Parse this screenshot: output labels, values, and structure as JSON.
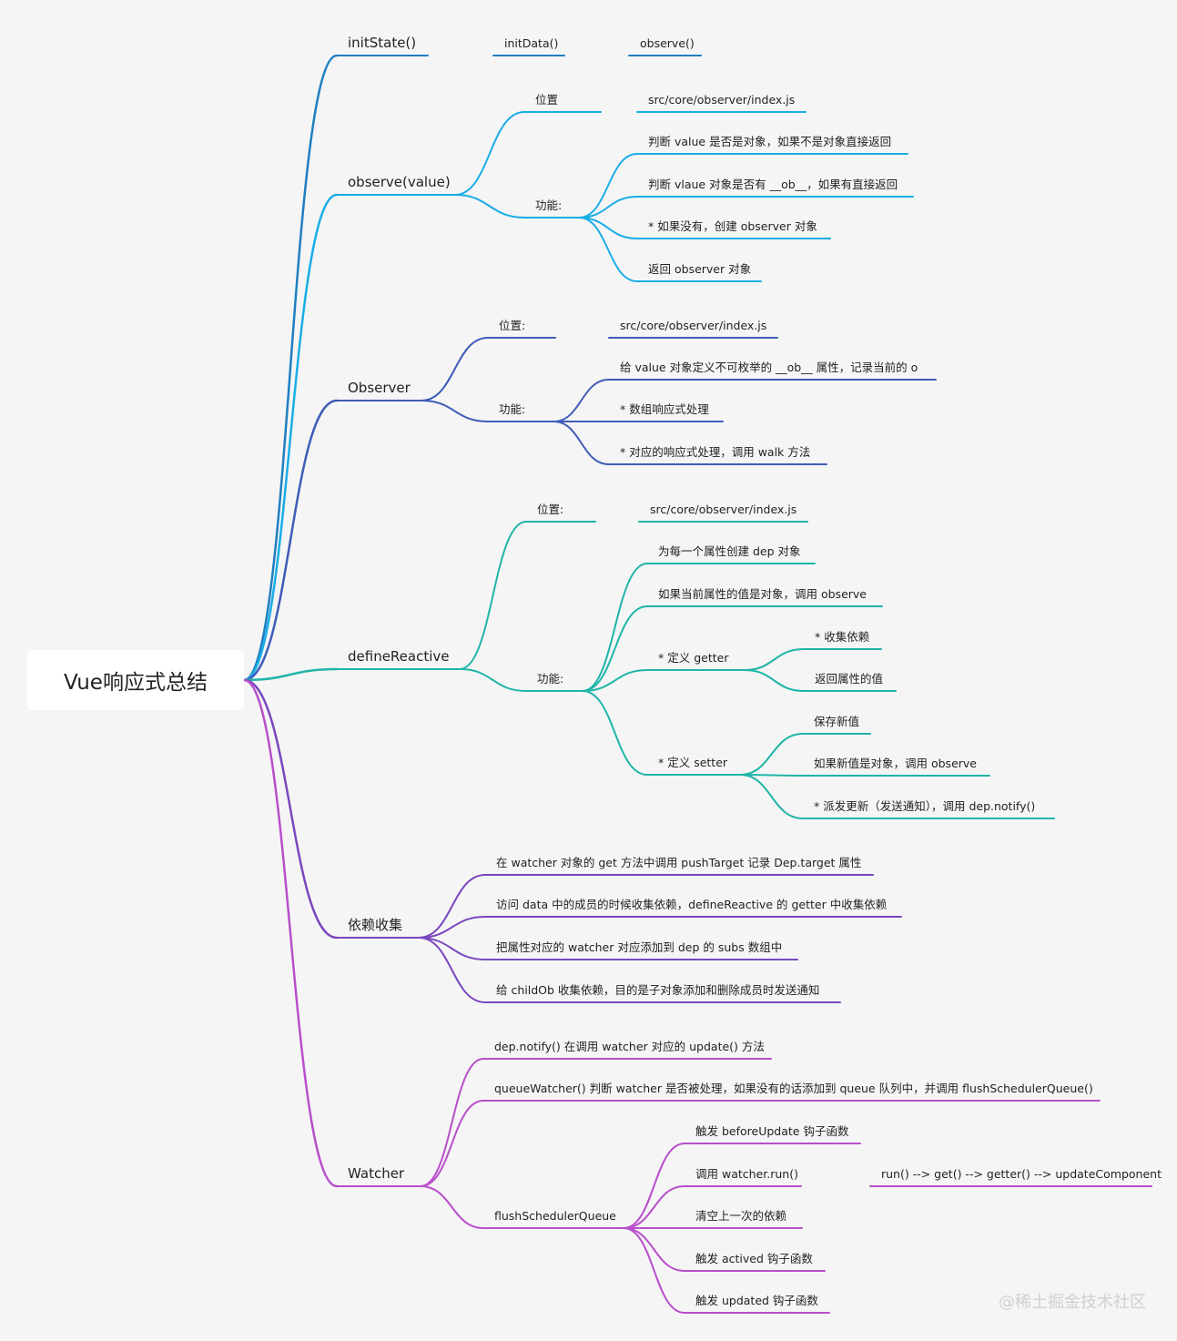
{
  "root": "Vue响应式总结",
  "watermark": "@稀土掘金技术社区",
  "colors": {
    "initState": "#1f7fc0",
    "observe": "#19ade6",
    "Observer": "#3f5cb8",
    "defineReactive": "#1fb5a8",
    "dep": "#7a48bf",
    "watcher": "#b84fca"
  },
  "nodes": {
    "initState": "initState()",
    "initData": "initData()",
    "observeCall": "observe()",
    "observe": "observe(value)",
    "observe_pos": "位置",
    "observe_pos_v": "src/core/observer/index.js",
    "observe_fn": "功能:",
    "observe_f1": "判断 value 是否是对象，如果不是对象直接返回",
    "observe_f2": "判断 vlaue 对象是否有 __ob__，如果有直接返回",
    "observe_f3": "* 如果没有，创建 observer 对象",
    "observe_f4": "返回 observer 对象",
    "Observer": "Observer",
    "Observer_pos": "位置:",
    "Observer_pos_v": "src/core/observer/index.js",
    "Observer_fn": "功能:",
    "Observer_f1": "给 value 对象定义不可枚举的 __ob__ 属性，记录当前的 o",
    "Observer_f2": "* 数组响应式处理",
    "Observer_f3": "* 对应的响应式处理，调用 walk 方法",
    "defineReactive": "defineReactive",
    "dr_pos": "位置:",
    "dr_pos_v": "src/core/observer/index.js",
    "dr_fn": "功能:",
    "dr_f1": "为每一个属性创建 dep 对象",
    "dr_f2": "如果当前属性的值是对象，调用 observe",
    "dr_getter": "* 定义 getter",
    "dr_getter1": "* 收集依赖",
    "dr_getter2": "返回属性的值",
    "dr_setter": "* 定义 setter",
    "dr_setter1": "保存新值",
    "dr_setter2": "如果新值是对象，调用 observe",
    "dr_setter3": "* 派发更新（发送通知），调用 dep.notify()",
    "dep": "依赖收集",
    "dep1": "在 watcher 对象的 get 方法中调用 pushTarget 记录 Dep.target 属性",
    "dep2": "访问 data 中的成员的时候收集依赖，defineReactive 的 getter 中收集依赖",
    "dep3": "把属性对应的 watcher 对应添加到 dep 的 subs 数组中",
    "dep4": "给 childOb 收集依赖，目的是子对象添加和删除成员时发送通知",
    "watcher": "Watcher",
    "w1": "dep.notify() 在调用 watcher 对应的 update() 方法",
    "w2": "queueWatcher() 判断 watcher 是否被处理，如果没有的话添加到 queue 队列中，并调用 flushSchedulerQueue()",
    "w3": "flushSchedulerQueue",
    "w3_1": "触发 beforeUpdate 钩子函数",
    "w3_2": "调用 watcher.run()",
    "w3_2a": "run() --> get() --> getter() --> updateComponent",
    "w3_3": "清空上一次的依赖",
    "w3_4": "触发 actived 钩子函数",
    "w3_5": "触发 updated 钩子函数"
  }
}
